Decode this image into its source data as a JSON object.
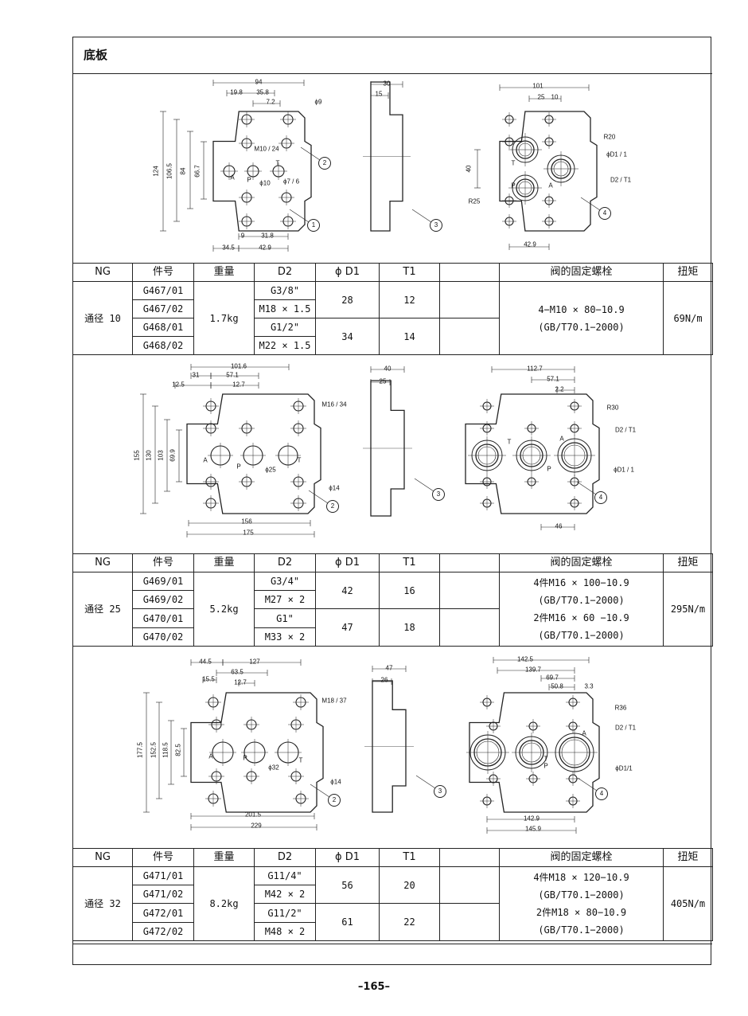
{
  "title": "底板",
  "page_number": "–165–",
  "table_header": [
    "NG",
    "件号",
    "重量",
    "D2",
    "ϕ D1",
    "T1",
    "",
    "阀的固定螺栓",
    "扭矩"
  ],
  "tables": [
    {
      "ng": "通径 10",
      "weight": "1.7kg",
      "torque": "69N/m",
      "parts": [
        "G467/01",
        "G467/02",
        "G468/01",
        "G468/02"
      ],
      "d2": [
        "G3/8\"",
        "M18 × 1.5",
        "G1/2\"",
        "M22 × 1.5"
      ],
      "d1": [
        "28",
        "34"
      ],
      "t1": [
        "12",
        "14"
      ],
      "bolts": [
        "4−M10 × 80−10.9",
        "(GB/T70.1−2000)"
      ]
    },
    {
      "ng": "通径 25",
      "weight": "5.2kg",
      "torque": "295N/m",
      "parts": [
        "G469/01",
        "G469/02",
        "G470/01",
        "G470/02"
      ],
      "d2": [
        "G3/4\"",
        "M27 × 2",
        "G1\"",
        "M33 × 2"
      ],
      "d1": [
        "42",
        "47"
      ],
      "t1": [
        "16",
        "18"
      ],
      "bolts": [
        "4件M16 × 100−10.9",
        "(GB/T70.1−2000)",
        "2件M16 × 60 −10.9",
        "(GB/T70.1−2000)"
      ]
    },
    {
      "ng": "通径 32",
      "weight": "8.2kg",
      "torque": "405N/m",
      "parts": [
        "G471/01",
        "G471/02",
        "G472/01",
        "G472/02"
      ],
      "d2": [
        "G11/4\"",
        "M42 × 2",
        "G11/2\"",
        "M48 × 2"
      ],
      "d1": [
        "56",
        "61"
      ],
      "t1": [
        "20",
        "22"
      ],
      "bolts": [
        "4件M18 × 120−10.9",
        "(GB/T70.1−2000)",
        "2件M18 × 80−10.9",
        "(GB/T70.1−2000)"
      ]
    }
  ],
  "drawings": [
    {
      "labels": [
        "94",
        "19.8",
        "35.8",
        "7.2",
        "ϕ9",
        "M10 / 24",
        "124",
        "106.5",
        "84",
        "66.7",
        "A",
        "P",
        "T",
        "ϕ10",
        "ϕ7 / 6",
        "9",
        "31.8",
        "34.5",
        "42.9",
        "30",
        "15",
        "101",
        "25",
        "10",
        "R20",
        "ϕD1 / 1",
        "40",
        "D2 / T1",
        "R25",
        "42.9",
        "T",
        "P",
        "A"
      ],
      "callouts": [
        "1",
        "2",
        "3",
        "4"
      ]
    },
    {
      "labels": [
        "101.6",
        "31",
        "57.1",
        "12.5",
        "12.7",
        "M16 / 34",
        "155",
        "130",
        "103",
        "69.9",
        "A",
        "P",
        "T",
        "ϕ25",
        "ϕ14",
        "156",
        "175",
        "40",
        "25",
        "112.7",
        "57.1",
        "2.2",
        "R30",
        "D2 / T1",
        "T",
        "A",
        "P",
        "ϕD1 / 1",
        "46"
      ],
      "callouts": [
        "2",
        "3",
        "4"
      ]
    },
    {
      "labels": [
        "44.5",
        "127",
        "15.5",
        "63.5",
        "12.7",
        "M18 / 37",
        "177.5",
        "152.5",
        "118.5",
        "82.5",
        "A",
        "P",
        "T",
        "ϕ32",
        "ϕ14",
        "201.5",
        "229",
        "47",
        "26",
        "142.5",
        "139.7",
        "69.7",
        "50.8",
        "3.3",
        "R36",
        "D2 / T1",
        "A",
        "T",
        "P",
        "ϕD1/1",
        "142.9",
        "145.9"
      ],
      "callouts": [
        "2",
        "3",
        "4"
      ]
    }
  ]
}
